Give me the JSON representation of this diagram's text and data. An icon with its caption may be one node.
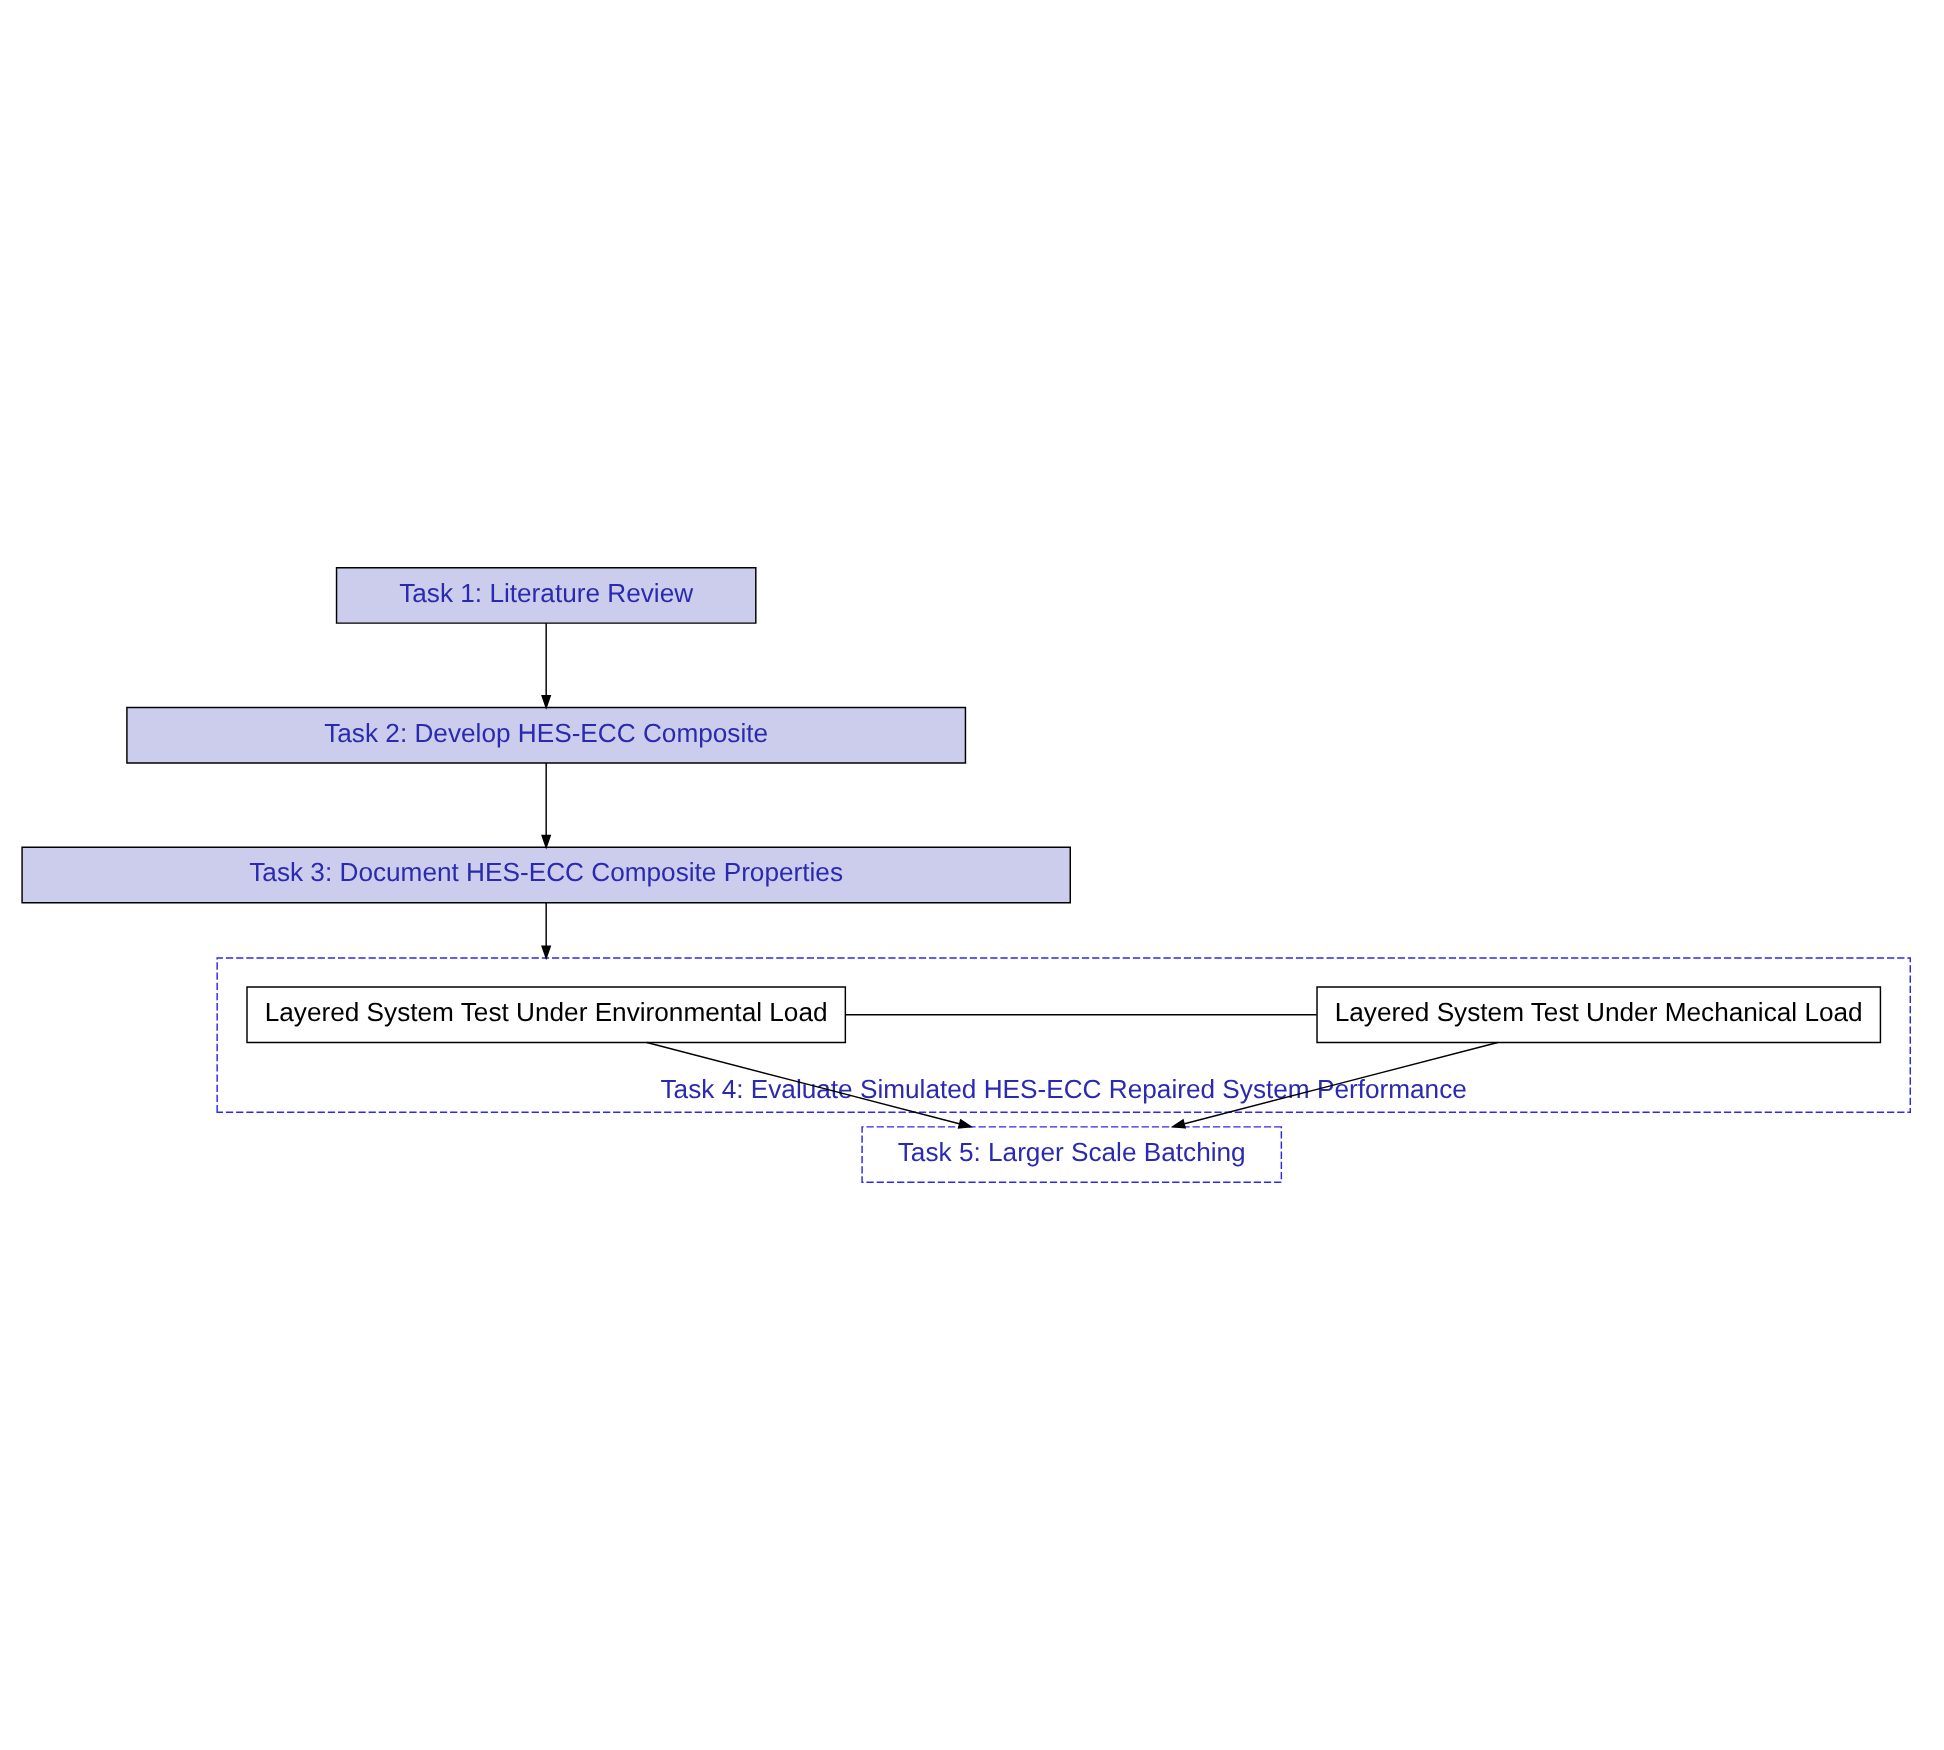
{
  "diagram": {
    "nodes": [
      {
        "text": [
          "Task 1: Literature Review"
        ]
      },
      {
        "text": [
          "Task 2: Develop HES-ECC Composite"
        ]
      },
      {
        "text": [
          "Task 3: Document HES-ECC Composite Properties"
        ]
      },
      {
        "text": [
          "Task 4: Evaluate Simulated HES-ECC Repaired System Performance"
        ]
      },
      {
        "text": [
          "Layered System Test Under Environmental Load"
        ],
        "in": 3
      },
      {
        "text": [
          "Layered System Test Under Mechanical Load"
        ],
        "in": 3
      },
      {
        "text": [
          "Task 5: Larger Scale Batching"
        ]
      }
    ],
    "edges": [
      {
        "from": 0,
        "to": 1,
        "arrow": "to"
      },
      {
        "from": 1,
        "to": 2,
        "arrow": "to"
      },
      {
        "from": 2,
        "to": 3,
        "arrow": "to"
      },
      {
        "from": 4,
        "to": 5,
        "arrow": "none"
      },
      {
        "from": 4,
        "to": 6,
        "arrow": "to"
      },
      {
        "from": 5,
        "to": 6,
        "arrow": "to"
      }
    ]
  }
}
